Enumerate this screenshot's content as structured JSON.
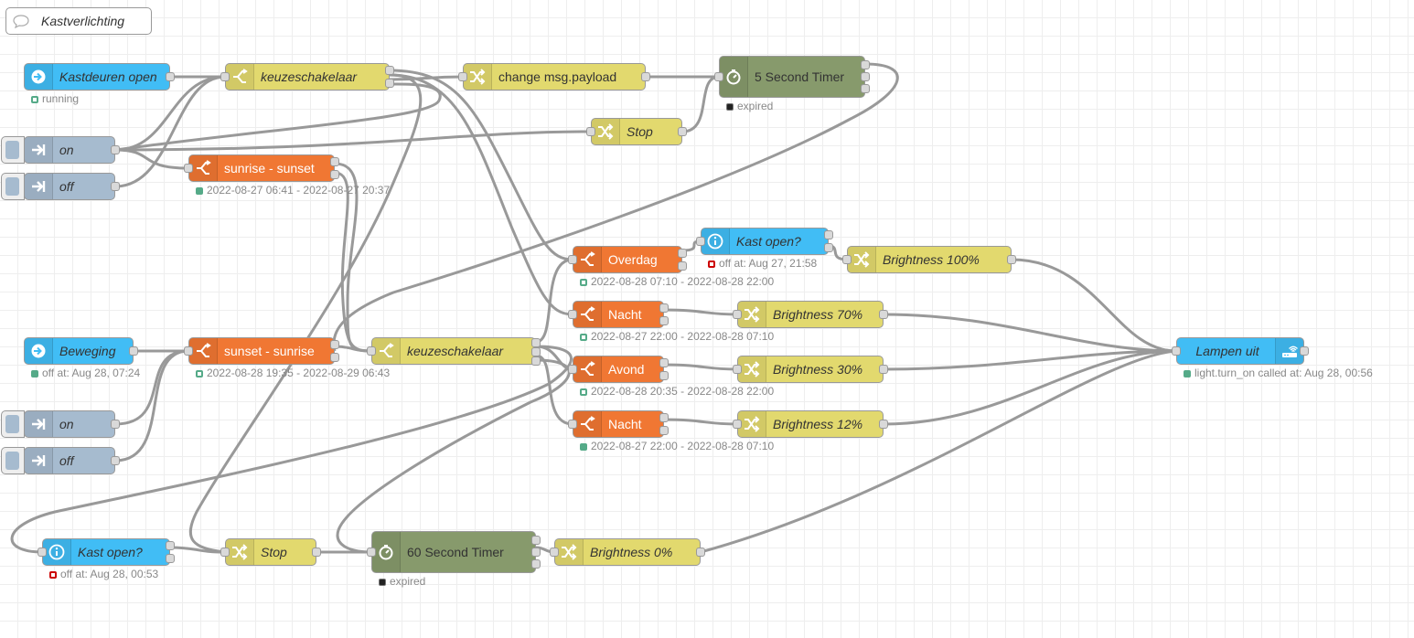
{
  "colors": {
    "ha_blue": "#41bdf5",
    "inject": "#a6bbcf",
    "switch": "#e2d96e",
    "time_range": "#f07733",
    "timer": "#879a6c",
    "change": "#e2d96e",
    "wire": "#999999"
  },
  "comment": {
    "label": "Kastverlichting"
  },
  "nodes": {
    "kastdeuren_open": {
      "label": "Kastdeuren open",
      "status": "running",
      "icon": "ha-trigger-icon"
    },
    "keuzeschakelaar_top": {
      "label": "keuzeschakelaar",
      "icon": "switch-icon"
    },
    "change_payload": {
      "label": "change msg.payload",
      "icon": "change-icon"
    },
    "timer5": {
      "label": "5 Second Timer",
      "status": "expired",
      "icon": "stopwatch-icon"
    },
    "stop_top": {
      "label": "Stop",
      "icon": "change-icon"
    },
    "on_top": {
      "label": "on",
      "icon": "inject-arrow-icon"
    },
    "off_top": {
      "label": "off",
      "icon": "inject-arrow-icon"
    },
    "sunrise_sunset": {
      "label": "sunrise - sunset",
      "status": "2022-08-27 06:41 - 2022-08-27 20:37",
      "icon": "switch-icon"
    },
    "overdag": {
      "label": "Overdag",
      "status": "2022-08-28 07:10 - 2022-08-28 22:00",
      "icon": "switch-icon"
    },
    "kast_open_top": {
      "label": "Kast open?",
      "status": "off at: Aug 27, 21:58",
      "icon": "info-icon"
    },
    "brightness100": {
      "label": "Brightness 100%",
      "icon": "change-icon"
    },
    "nacht1": {
      "label": "Nacht",
      "status": "2022-08-27 22:00 - 2022-08-28 07:10",
      "icon": "switch-icon"
    },
    "brightness70": {
      "label": "Brightness 70%",
      "icon": "change-icon"
    },
    "beweging": {
      "label": "Beweging",
      "status": "off at: Aug 28, 07:24",
      "icon": "ha-trigger-icon"
    },
    "sunset_sunrise": {
      "label": "sunset - sunrise",
      "status": "2022-08-28 19:35 - 2022-08-29 06:43",
      "icon": "switch-icon"
    },
    "keuzeschakelaar_mid": {
      "label": "keuzeschakelaar",
      "icon": "switch-icon"
    },
    "avond": {
      "label": "Avond",
      "status": "2022-08-28 20:35 - 2022-08-28 22:00",
      "icon": "switch-icon"
    },
    "brightness30": {
      "label": "Brightness 30%",
      "icon": "change-icon"
    },
    "lampen_uit": {
      "label": "Lampen uit",
      "status": "light.turn_on called at: Aug 28, 00:56",
      "icon": "router-icon"
    },
    "on_bottom": {
      "label": "on",
      "icon": "inject-arrow-icon"
    },
    "nacht2": {
      "label": "Nacht",
      "status": "2022-08-27 22:00 - 2022-08-28 07:10",
      "icon": "switch-icon"
    },
    "brightness12": {
      "label": "Brightness 12%",
      "icon": "change-icon"
    },
    "off_bottom": {
      "label": "off",
      "icon": "inject-arrow-icon"
    },
    "kast_open_bottom": {
      "label": "Kast open?",
      "status": "off at: Aug 28, 00:53",
      "icon": "info-icon"
    },
    "stop_bottom": {
      "label": "Stop",
      "icon": "change-icon"
    },
    "timer60": {
      "label": "60 Second Timer",
      "status": "expired",
      "icon": "stopwatch-icon"
    },
    "brightness0": {
      "label": "Brightness 0%",
      "icon": "change-icon"
    }
  }
}
